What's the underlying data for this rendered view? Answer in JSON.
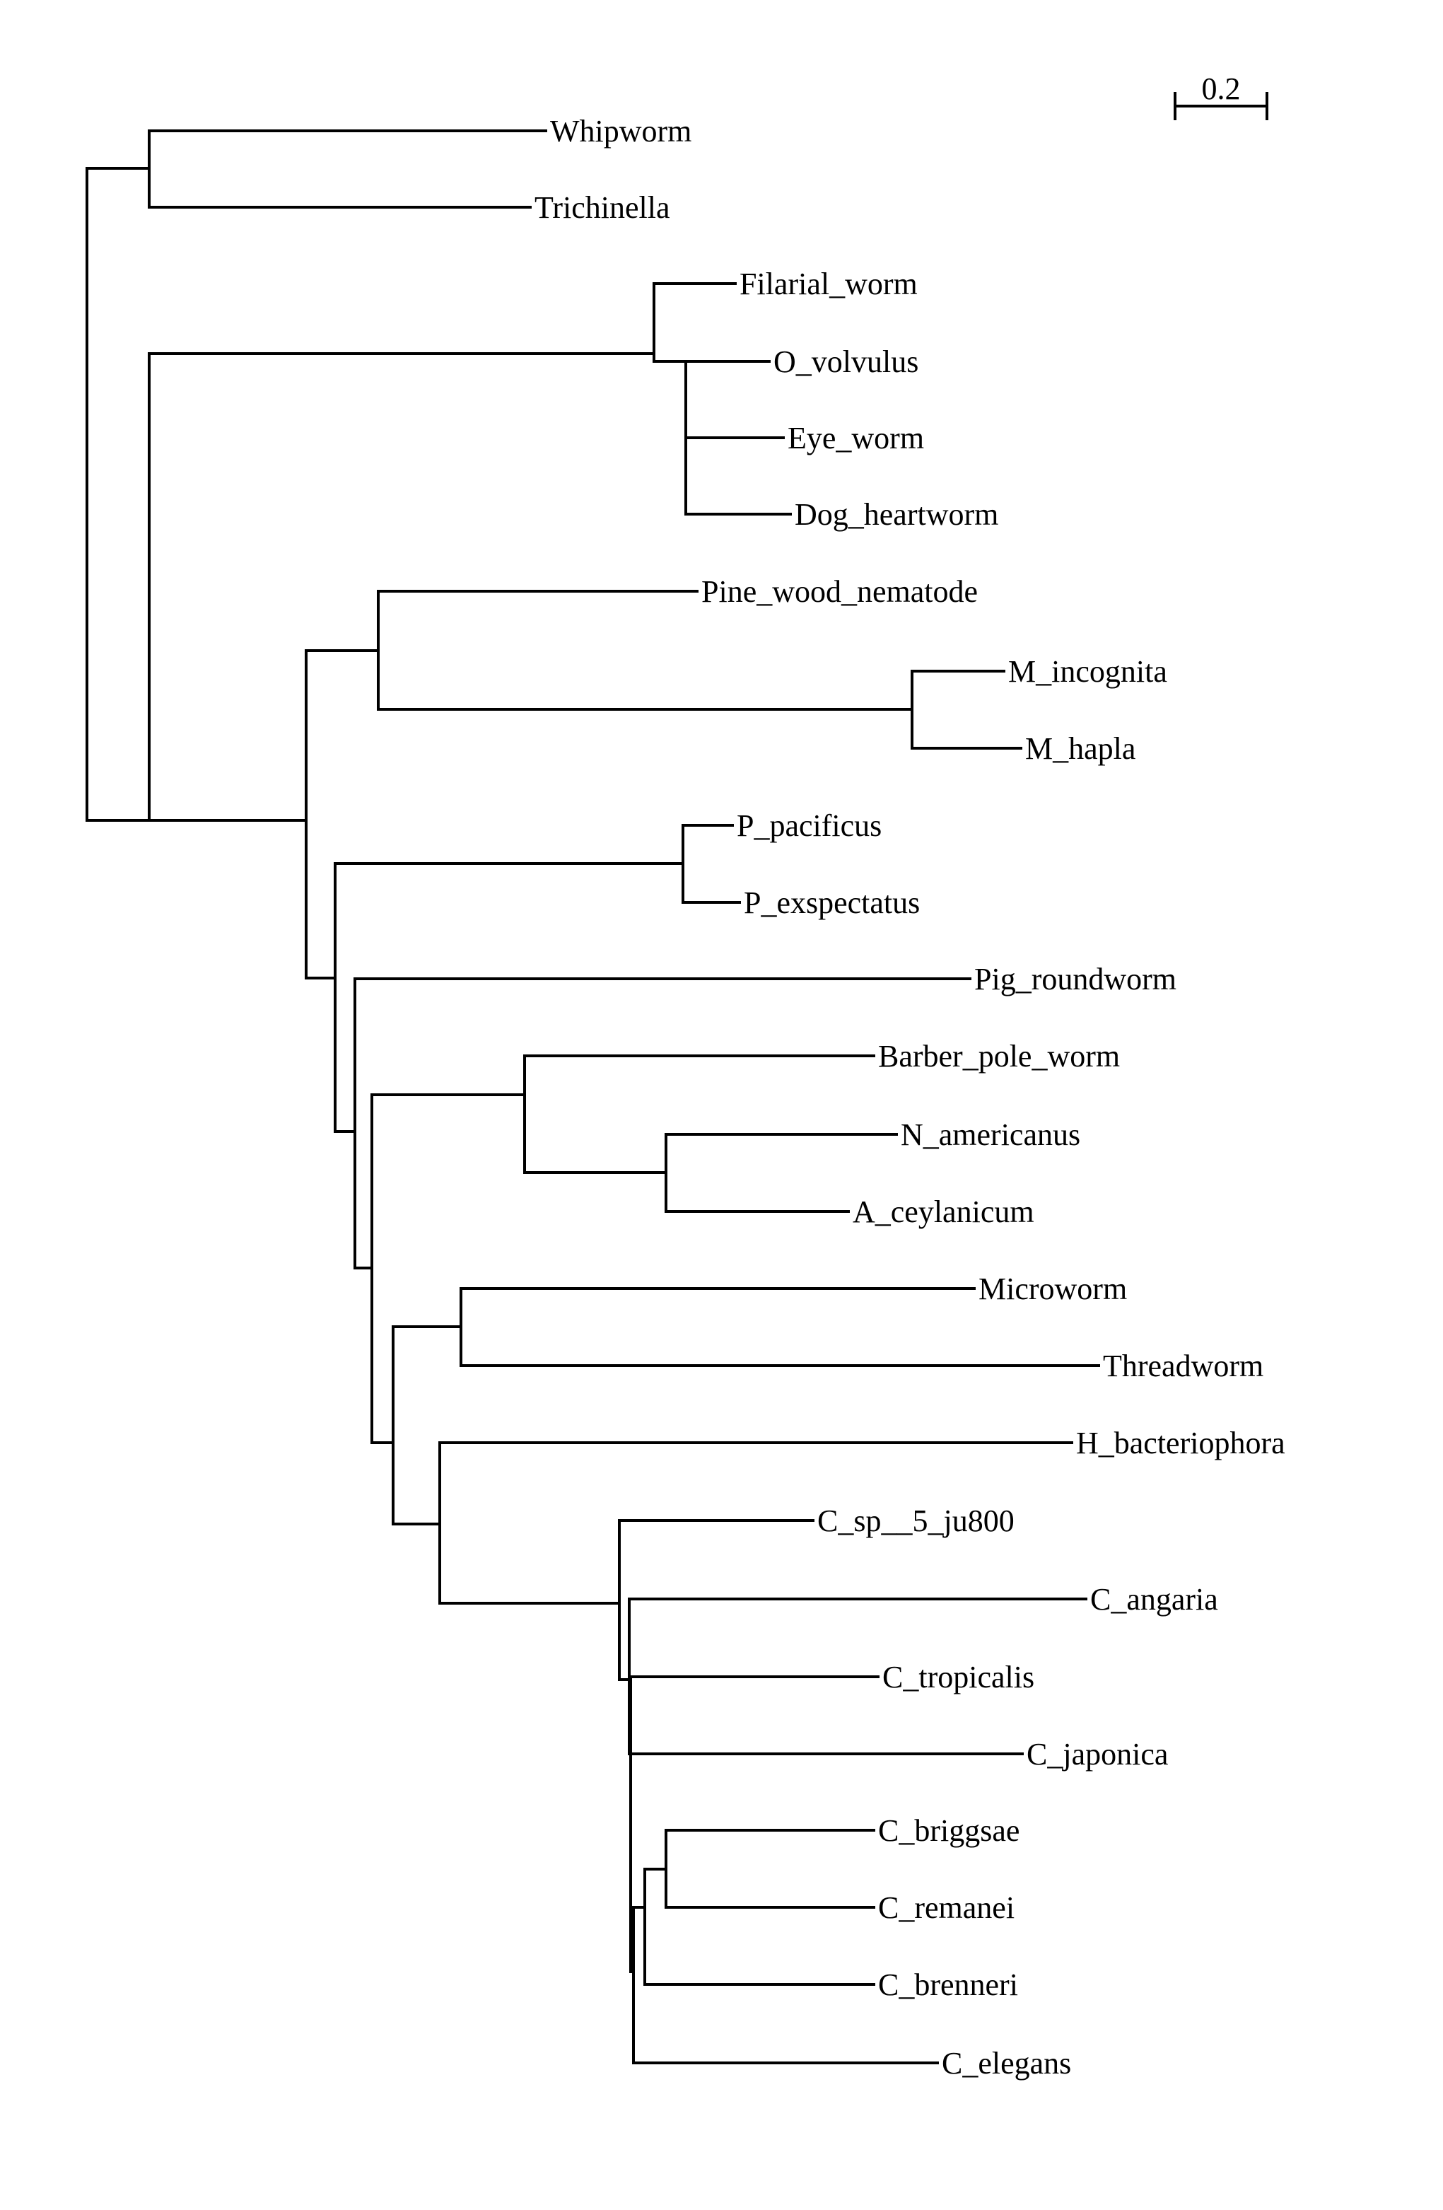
{
  "scale_bar": {
    "label": "0.2"
  },
  "tree": {
    "leaves": [
      "Whipworm",
      "Trichinella",
      "Filarial_worm",
      "O_volvulus",
      "Eye_worm",
      "Dog_heartworm",
      "Pine_wood_nematode",
      "M_incognita",
      "M_hapla",
      "P_pacificus",
      "P_exspectatus",
      "Pig_roundworm",
      "Barber_pole_worm",
      "N_americanus",
      "A_ceylanicum",
      "Microworm",
      "Threadworm",
      "H_bacteriophora",
      "C_sp__5_ju800",
      "C_angaria",
      "C_tropicalis",
      "C_japonica",
      "C_briggsae",
      "C_remanei",
      "C_brenneri",
      "C_elegans"
    ]
  }
}
